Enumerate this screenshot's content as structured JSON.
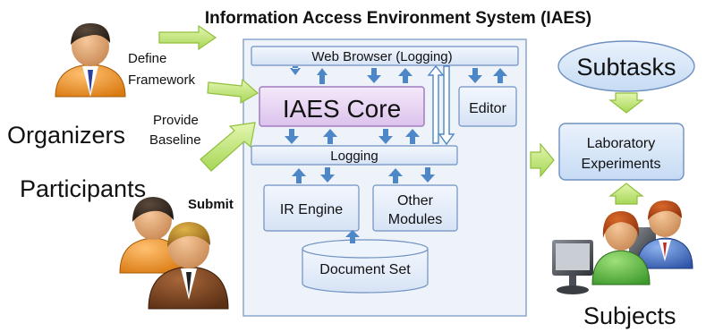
{
  "title": "Information Access Environment System (IAES)",
  "actors": {
    "organizers": "Organizers",
    "participants": "Participants",
    "subjects": "Subjects"
  },
  "flows": {
    "define_framework_line1": "Define",
    "define_framework_line2": "Framework",
    "provide_baseline_line1": "Provide",
    "provide_baseline_line2": "Baseline",
    "submit": "Submit"
  },
  "system": {
    "web_browser": "Web Browser (Logging)",
    "core": "IAES Core",
    "editor": "Editor",
    "logging": "Logging",
    "ir_engine": "IR Engine",
    "other_modules_line1": "Other",
    "other_modules_line2": "Modules",
    "document_set": "Document Set"
  },
  "outputs": {
    "subtasks": "Subtasks",
    "lab_experiments_line1": "Laboratory",
    "lab_experiments_line2": "Experiments"
  },
  "colors": {
    "system_bg": "#eef3fa",
    "system_border": "#8aa6cc",
    "bar_fill": "#e4ecf8",
    "bar_border": "#6e90c2",
    "core_fill": "#e9d8f2",
    "core_border": "#a07cc0",
    "blue_arrow": "#4d87c7",
    "green_arrow": "#bfe36f",
    "green_arrow_edge": "#8fbf3c",
    "subtasks_fill": "#d7e6f8"
  }
}
